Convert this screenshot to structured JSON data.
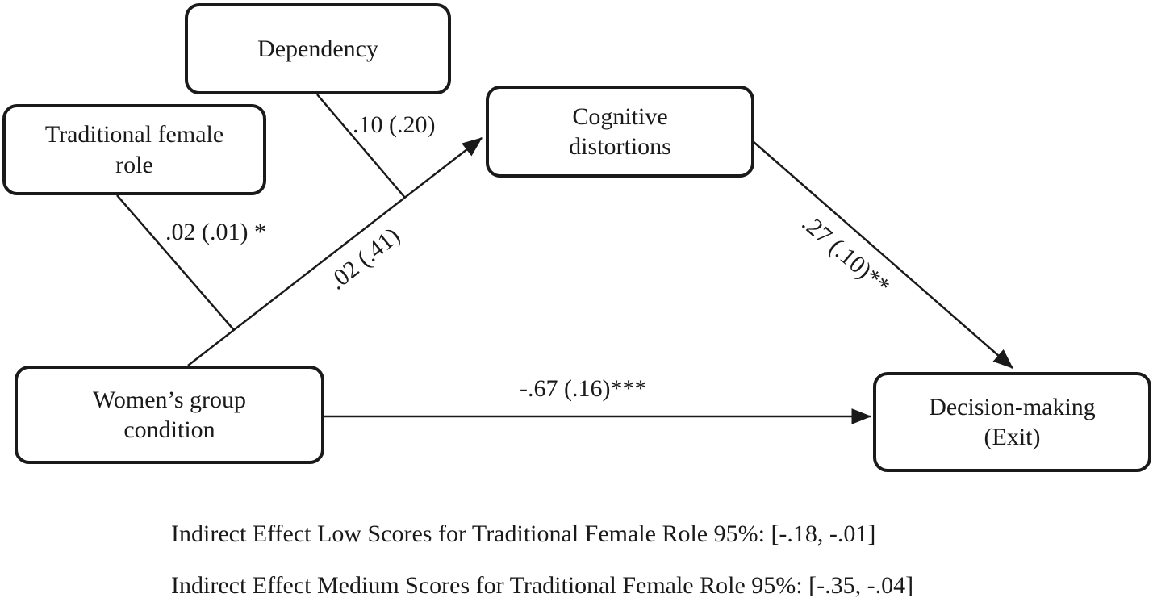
{
  "diagram": {
    "nodes": {
      "dependency": {
        "label": "Dependency"
      },
      "traditional_female_role": {
        "label": "Traditional female\nrole"
      },
      "cognitive_distortions": {
        "label": "Cognitive\ndistortions"
      },
      "womens_group_condition": {
        "label": "Women’s group\ncondition"
      },
      "decision_making": {
        "label": "Decision-making\n(Exit)"
      }
    },
    "edge_labels": {
      "dependency_to_a_path": ".10 (.20)",
      "traditional_female_role_to_a_path": ".02 (.01) *",
      "womens_group_to_cognitive": ".02 (.41)",
      "cognitive_to_decision": ".27 (.10)**",
      "womens_group_to_decision": "-.67 (.16)***"
    },
    "notes": [
      "Indirect Effect Low Scores for Traditional Female Role 95%: [-.18, -.01]",
      "Indirect Effect Medium Scores for Traditional Female Role 95%: [-.35, -.04]"
    ],
    "colors": {
      "line": "#1a1a1a",
      "text": "#1a1a1a",
      "box_background": "#ffffff"
    }
  }
}
